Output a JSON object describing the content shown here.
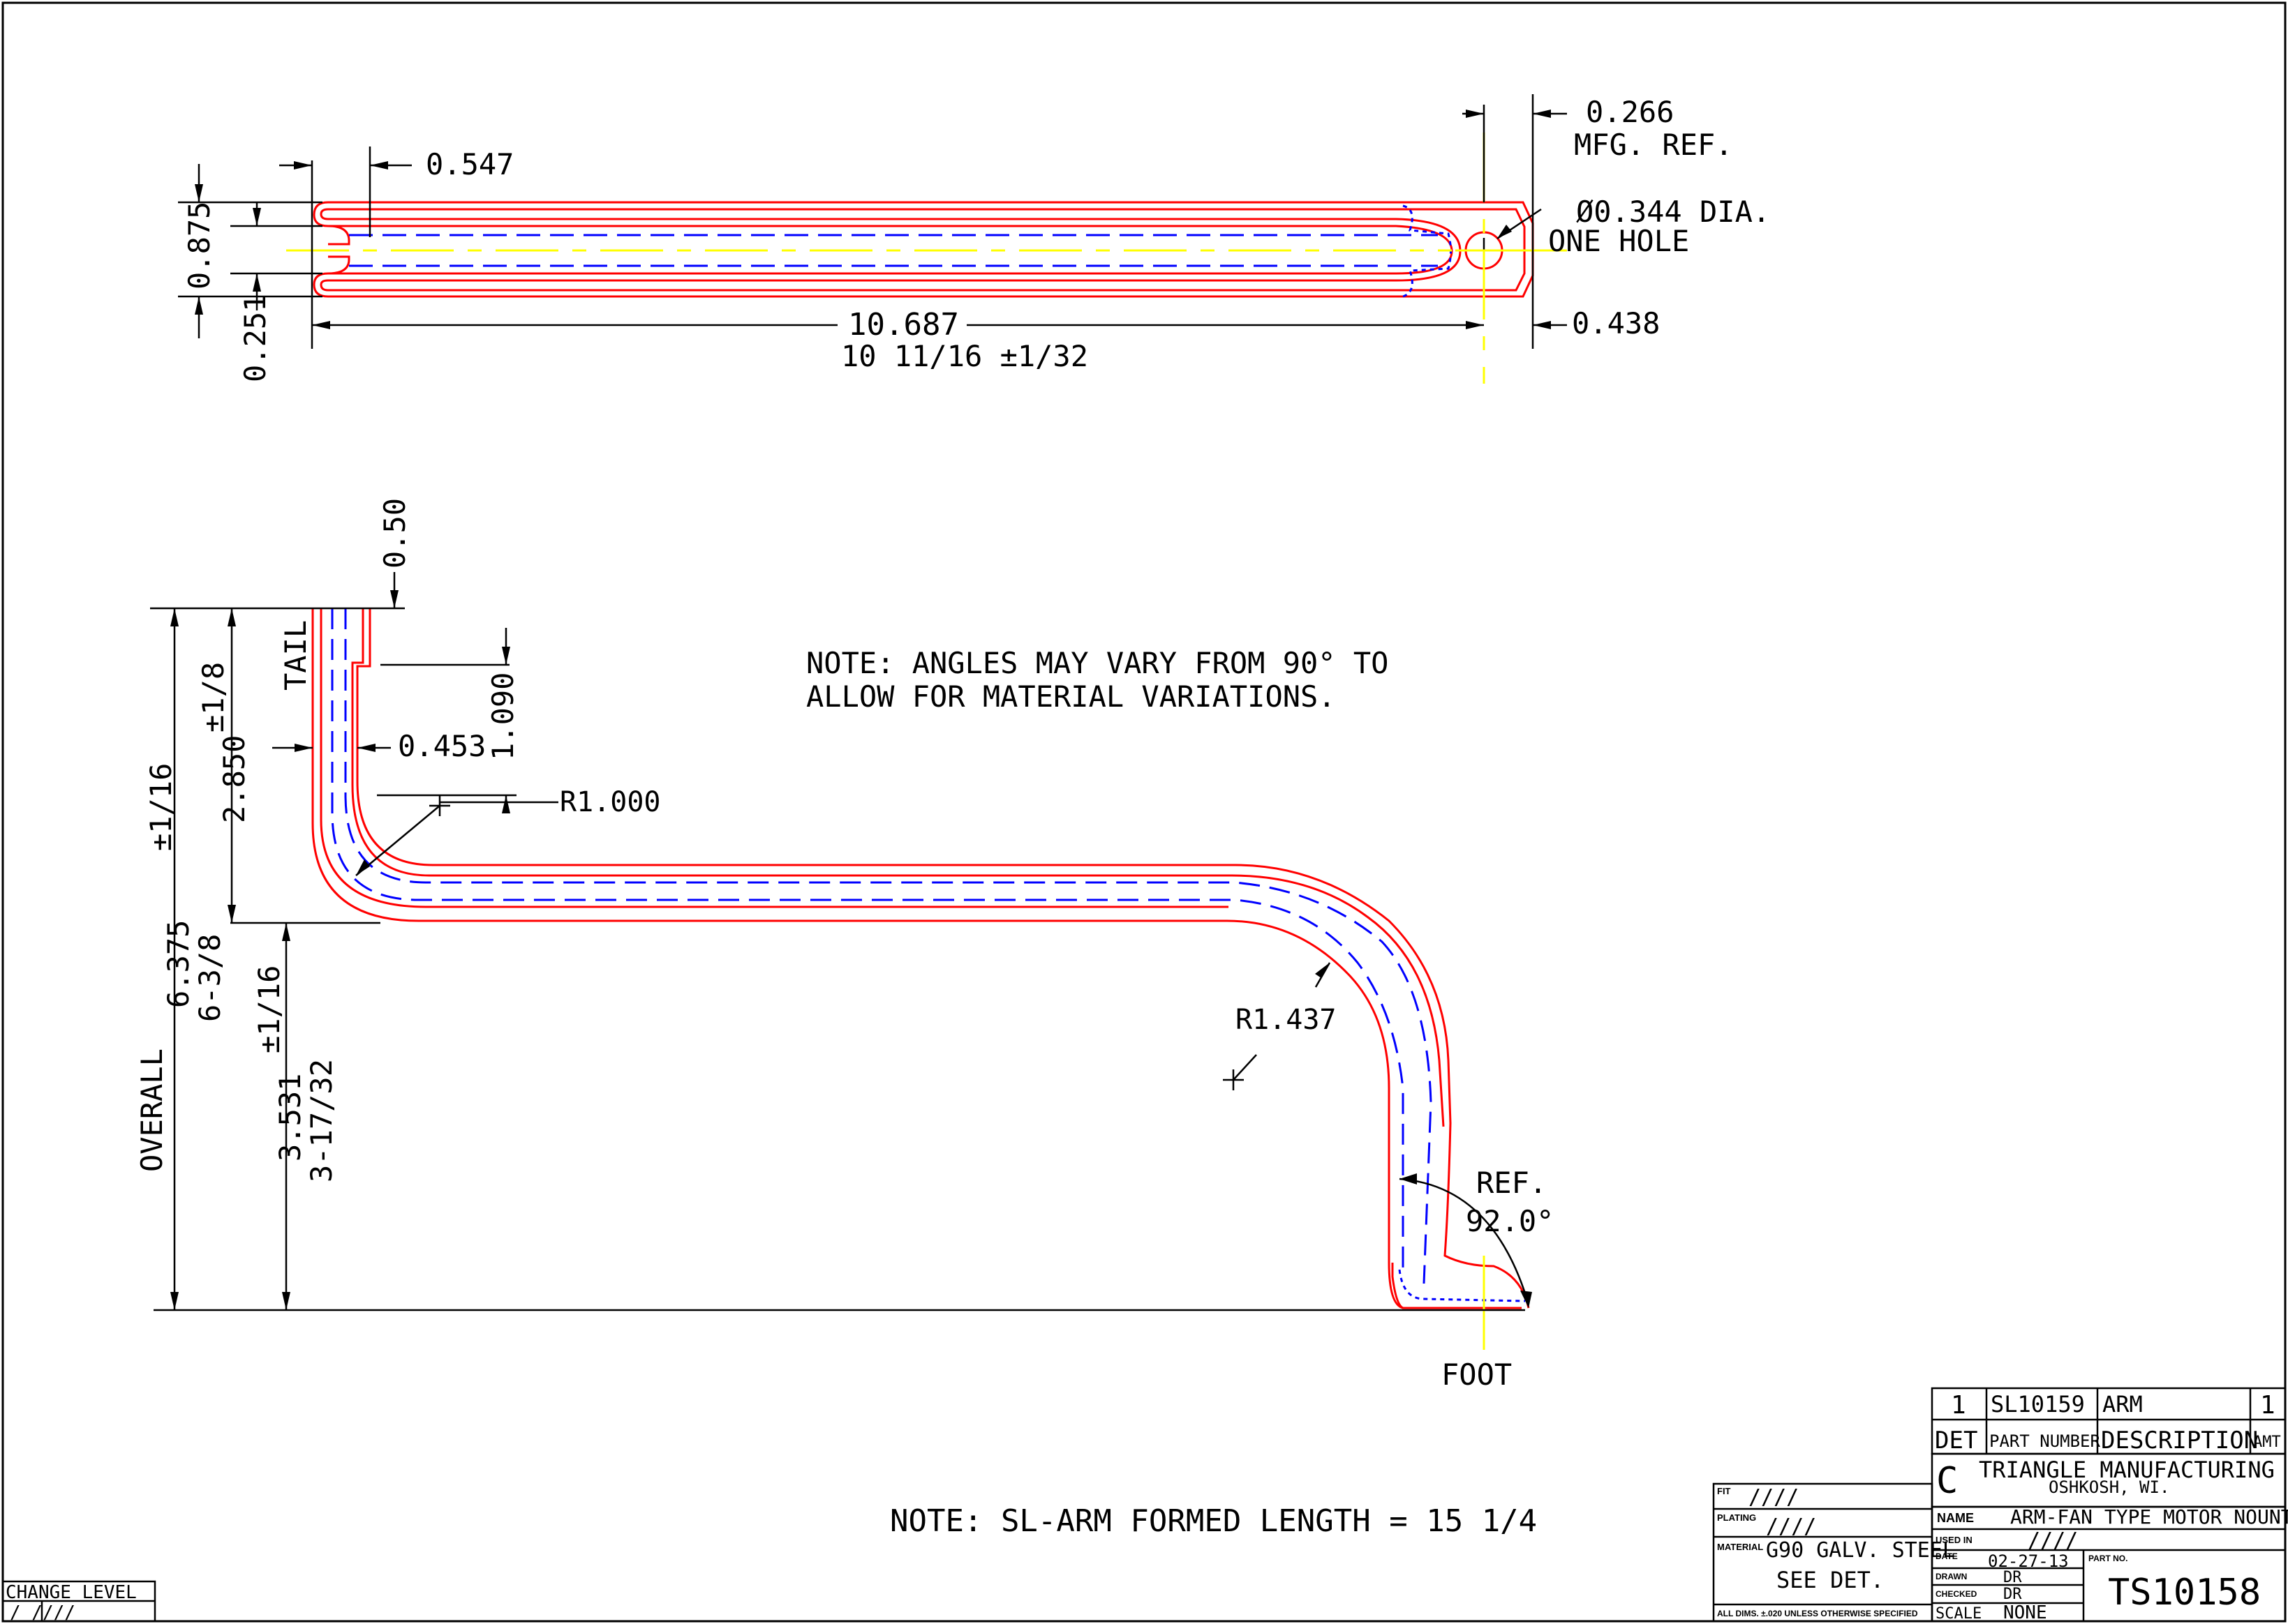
{
  "top_view": {
    "dim_0266": "0.266",
    "mfg_ref": "MFG. REF.",
    "dim_0547": "0.547",
    "hole_dia": "Ø0.344 DIA.",
    "one_hole": "ONE HOLE",
    "dim_0875": "0.875",
    "dim_0251": "0.251",
    "dim_length": "10.687",
    "dim_length_frac": "10 11/16  ±1/32",
    "dim_0438": "0.438"
  },
  "side_view": {
    "dim_050": "0.50",
    "tail": "TAIL",
    "tol_1_8": "±1/8",
    "dim_2850": "2.850",
    "dim_0453": "0.453",
    "dim_1090": "1.090",
    "radius_1": "R1.000",
    "tol_1_16_a": "±1/16",
    "dim_6375": "6.375",
    "dim_6_3_8": "6-3/8",
    "tol_1_16_b": "±1/16",
    "dim_3531": "3.531",
    "dim_3_17_32": "3-17/32",
    "overall": "OVERALL",
    "radius_2": "R1.437",
    "ref": "REF.",
    "angle": "92.0°",
    "foot": "FOOT"
  },
  "notes": {
    "angle_note_1": "NOTE: ANGLES MAY VARY FROM 90° TO",
    "angle_note_2": "ALLOW FOR MATERIAL VARIATIONS.",
    "length_note": "NOTE: SL-ARM FORMED LENGTH = 15 1/4"
  },
  "change_level": {
    "label": "CHANGE LEVEL",
    "value": "/  ////"
  },
  "title_block": {
    "bom_det": "1",
    "bom_part": "SL10159",
    "bom_desc": "ARM",
    "bom_amt": "1",
    "hdr_det": "DET",
    "hdr_part": "PART NUMBER",
    "hdr_desc": "DESCRIPTION",
    "hdr_amt": "AMT",
    "rev_letter": "C",
    "company": "TRIANGLE MANUFACTURING CO.",
    "city": "OSHKOSH, WI.",
    "fit_label": "FIT",
    "fit_value": "////",
    "plating_label": "PLATING",
    "plating_value": "////",
    "material_label": "MATERIAL",
    "material_value": "G90 GALV. STEEL",
    "material_value_2": "SEE DET.",
    "tolerance_note": "ALL DIMS. ±.020 UNLESS OTHERWISE SPECIFIED",
    "name_label": "NAME",
    "name_value": "ARM-FAN TYPE MOTOR NOUNT",
    "used_label": "USED IN",
    "used_value": "////",
    "date_label": "DATE",
    "date_value": "02-27-13",
    "part_no_label": "PART NO.",
    "drawn_label": "DRAWN",
    "drawn_value": "DR",
    "checked_label": "CHECKED",
    "checked_value": "DR",
    "scale_label": "SCALE",
    "scale_value": "NONE",
    "part_no_value": "TS10158"
  }
}
